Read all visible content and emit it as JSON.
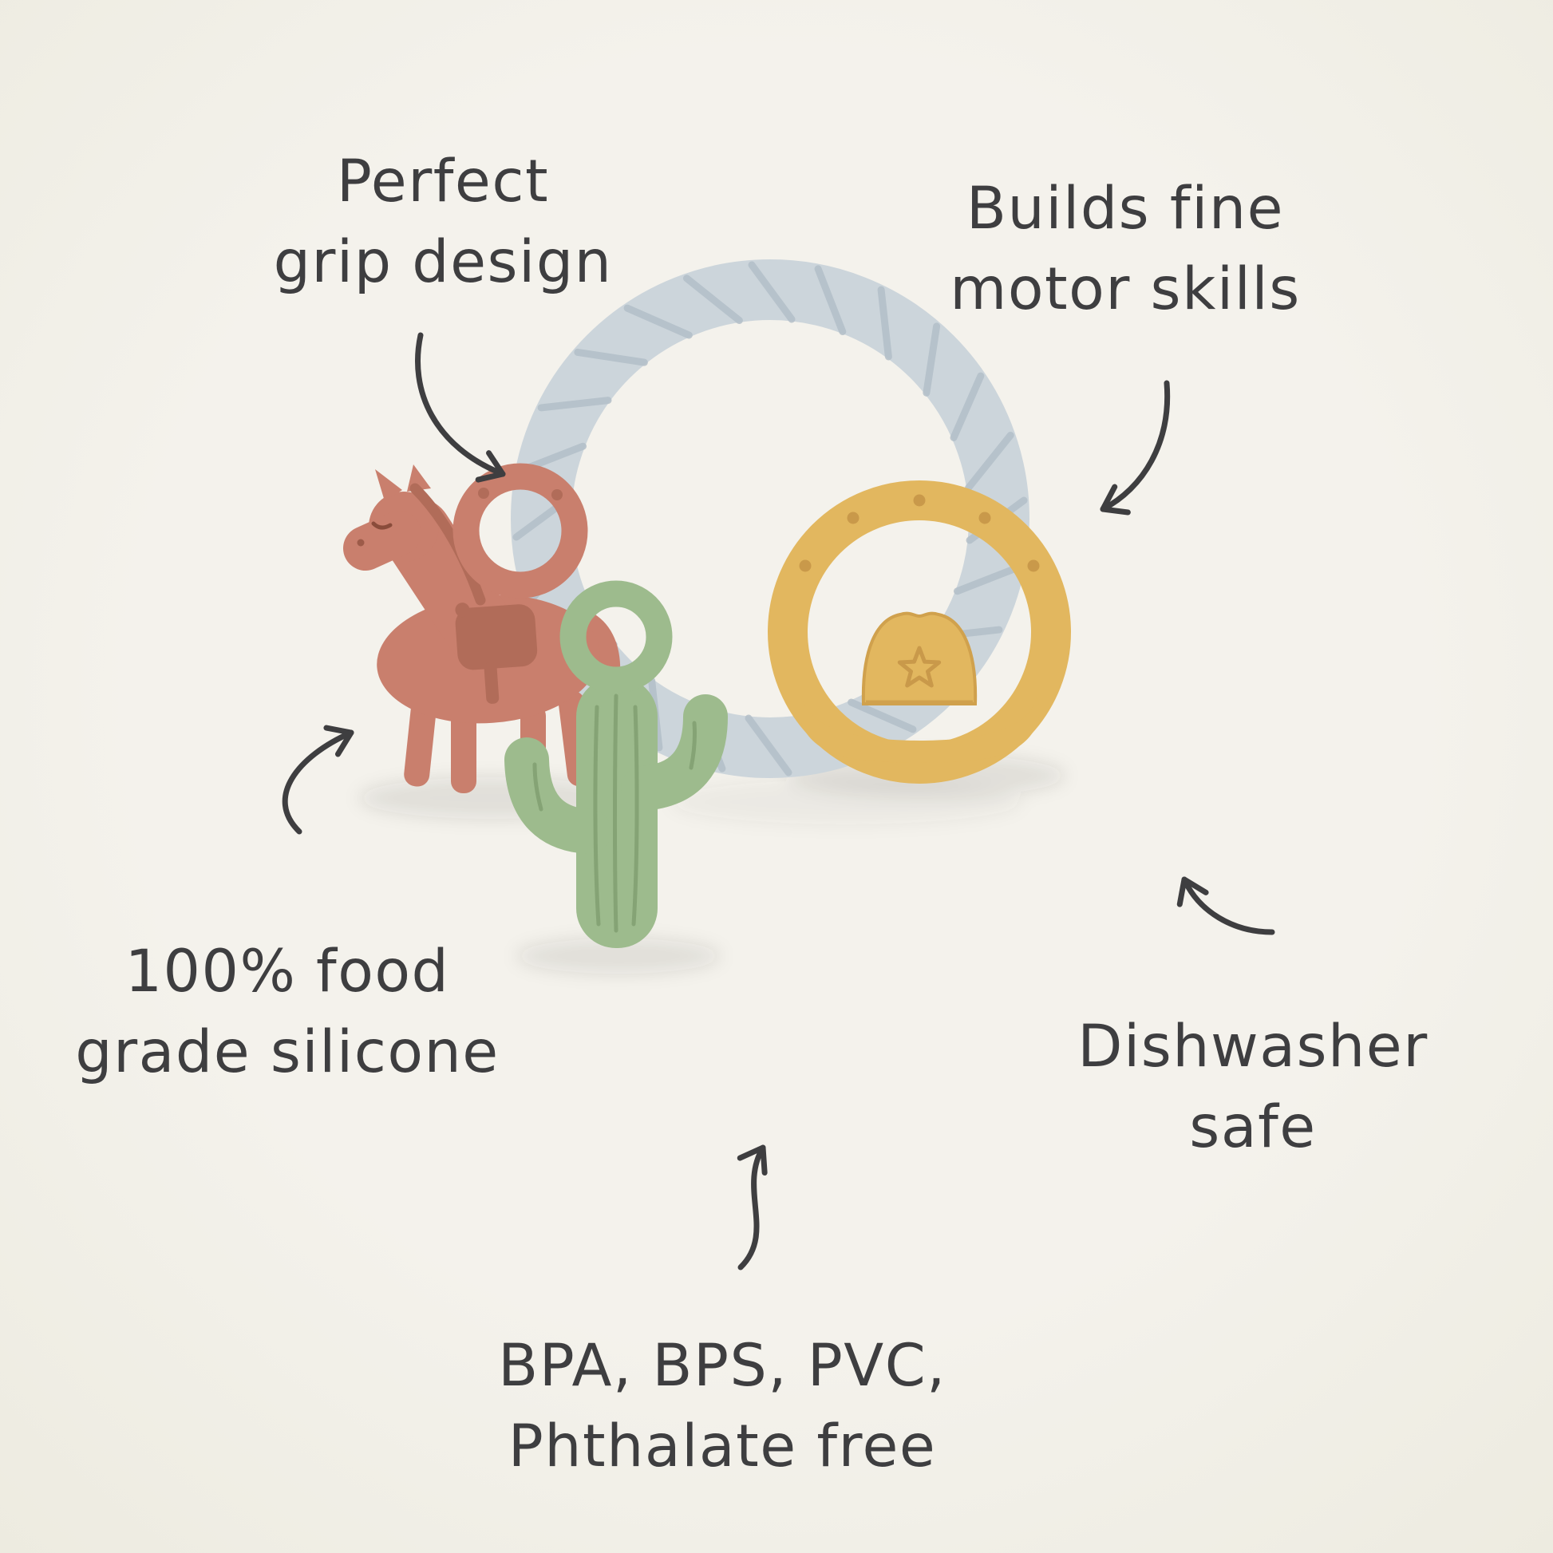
{
  "page": {
    "background_color": "#f2f0e9",
    "text_color": "#3e3e40"
  },
  "annotations": {
    "perfect_grip": {
      "line1": "Perfect",
      "line2": "grip design"
    },
    "motor_skills": {
      "line1": "Builds fine",
      "line2": "motor skills"
    },
    "food_grade": {
      "line1": "100% food",
      "line2": "grade silicone"
    },
    "dishwasher": {
      "line1": "Dishwasher",
      "line2": "safe"
    },
    "bpa_free": {
      "line1": "BPA, BPS, PVC,",
      "line2": "Phthalate free"
    }
  },
  "product": {
    "parts": [
      "rope-ring",
      "horse-teether",
      "cactus-teether",
      "cowboy-hat-teether"
    ],
    "colors": {
      "ring": "#ccd5db",
      "ring_groove": "#b3bfc8",
      "horse": "#c97f6d",
      "horse_detail": "#b16c59",
      "cactus": "#9dbb8d",
      "cactus_detail": "#85a375",
      "hat": "#e2b75f",
      "hat_detail": "#c9994a",
      "arrow": "#3e3e40"
    }
  }
}
